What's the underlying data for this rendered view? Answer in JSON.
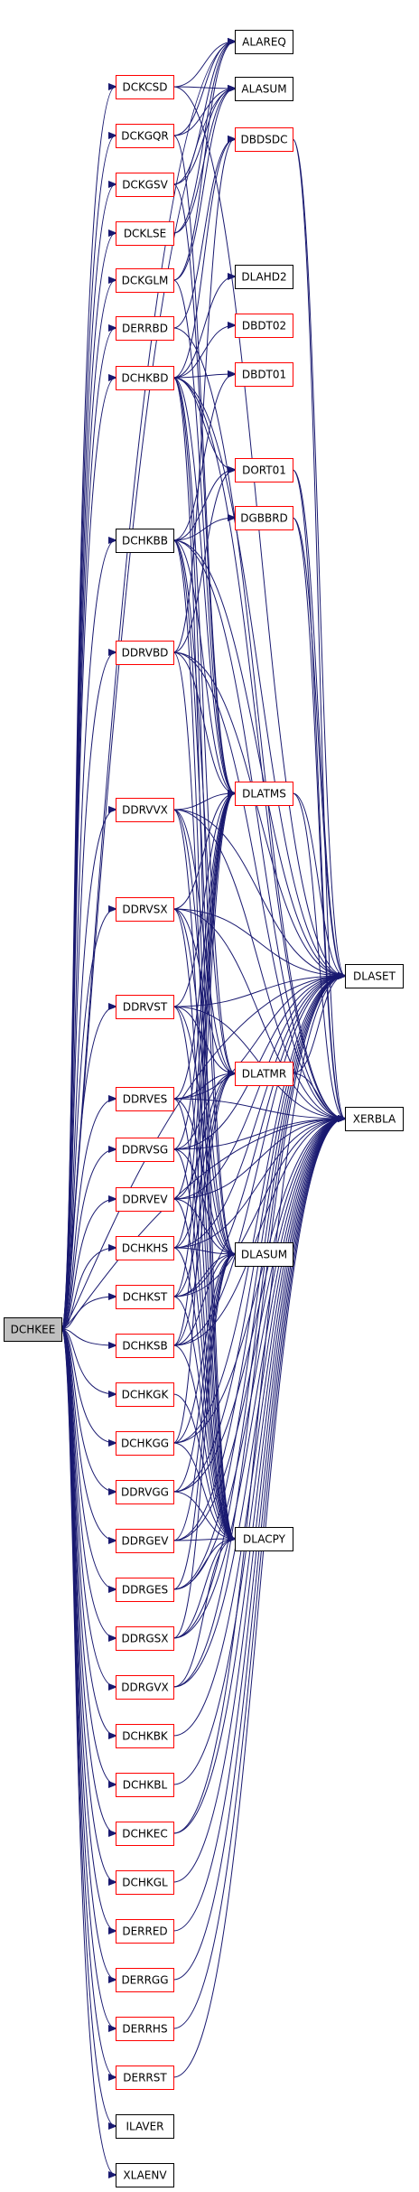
{
  "colors": {
    "edge": "#191970",
    "normal_border": "#000000",
    "red_border": "#ff0000",
    "root_fill": "#bfbfbf",
    "node_fill": "#ffffff"
  },
  "nodes": [
    {
      "id": "DCHKEE",
      "label": "DCHKEE",
      "style": "root"
    },
    {
      "id": "DCKCSD",
      "label": "DCKCSD",
      "style": "red"
    },
    {
      "id": "DCKGQR",
      "label": "DCKGQR",
      "style": "red"
    },
    {
      "id": "DCKGSV",
      "label": "DCKGSV",
      "style": "red"
    },
    {
      "id": "DCKLSE",
      "label": "DCKLSE",
      "style": "red"
    },
    {
      "id": "DCKGLM",
      "label": "DCKGLM",
      "style": "red"
    },
    {
      "id": "DERRBD",
      "label": "DERRBD",
      "style": "red"
    },
    {
      "id": "DCHKBD",
      "label": "DCHKBD",
      "style": "red"
    },
    {
      "id": "DCHKBB",
      "label": "DCHKBB",
      "style": "black"
    },
    {
      "id": "DDRVBD",
      "label": "DDRVBD",
      "style": "red"
    },
    {
      "id": "DDRVVX",
      "label": "DDRVVX",
      "style": "red"
    },
    {
      "id": "DDRVSX",
      "label": "DDRVSX",
      "style": "red"
    },
    {
      "id": "DDRVST",
      "label": "DDRVST",
      "style": "red"
    },
    {
      "id": "DDRVES",
      "label": "DDRVES",
      "style": "red"
    },
    {
      "id": "DDRVSG",
      "label": "DDRVSG",
      "style": "red"
    },
    {
      "id": "DDRVEV",
      "label": "DDRVEV",
      "style": "red"
    },
    {
      "id": "DCHKHS",
      "label": "DCHKHS",
      "style": "red"
    },
    {
      "id": "DCHKST",
      "label": "DCHKST",
      "style": "red"
    },
    {
      "id": "DCHKSB",
      "label": "DCHKSB",
      "style": "red"
    },
    {
      "id": "DCHKGK",
      "label": "DCHKGK",
      "style": "red"
    },
    {
      "id": "DCHKGG",
      "label": "DCHKGG",
      "style": "red"
    },
    {
      "id": "DDRVGG",
      "label": "DDRVGG",
      "style": "red"
    },
    {
      "id": "DDRGEV",
      "label": "DDRGEV",
      "style": "red"
    },
    {
      "id": "DDRGES",
      "label": "DDRGES",
      "style": "red"
    },
    {
      "id": "DDRGSX",
      "label": "DDRGSX",
      "style": "red"
    },
    {
      "id": "DDRGVX",
      "label": "DDRGVX",
      "style": "red"
    },
    {
      "id": "DCHKBK",
      "label": "DCHKBK",
      "style": "red"
    },
    {
      "id": "DCHKBL",
      "label": "DCHKBL",
      "style": "red"
    },
    {
      "id": "DCHKEC",
      "label": "DCHKEC",
      "style": "red"
    },
    {
      "id": "DCHKGL",
      "label": "DCHKGL",
      "style": "red"
    },
    {
      "id": "DERRED",
      "label": "DERRED",
      "style": "red"
    },
    {
      "id": "DERRGG",
      "label": "DERRGG",
      "style": "red"
    },
    {
      "id": "DERRHS",
      "label": "DERRHS",
      "style": "red"
    },
    {
      "id": "DERRST",
      "label": "DERRST",
      "style": "red"
    },
    {
      "id": "ILAVER",
      "label": "ILAVER",
      "style": "black"
    },
    {
      "id": "XLAENV",
      "label": "XLAENV",
      "style": "black"
    },
    {
      "id": "ALAREQ",
      "label": "ALAREQ",
      "style": "black"
    },
    {
      "id": "ALASUM",
      "label": "ALASUM",
      "style": "black"
    },
    {
      "id": "DBDSDC",
      "label": "DBDSDC",
      "style": "red"
    },
    {
      "id": "DLAHD2",
      "label": "DLAHD2",
      "style": "black"
    },
    {
      "id": "DBDT02",
      "label": "DBDT02",
      "style": "red"
    },
    {
      "id": "DBDT01",
      "label": "DBDT01",
      "style": "red"
    },
    {
      "id": "DORT01",
      "label": "DORT01",
      "style": "red"
    },
    {
      "id": "DGBBRD",
      "label": "DGBBRD",
      "style": "red"
    },
    {
      "id": "DLATMS",
      "label": "DLATMS",
      "style": "red"
    },
    {
      "id": "DLASET",
      "label": "DLASET",
      "style": "black"
    },
    {
      "id": "DLATMR",
      "label": "DLATMR",
      "style": "red"
    },
    {
      "id": "XERBLA",
      "label": "XERBLA",
      "style": "black"
    },
    {
      "id": "DLASUM",
      "label": "DLASUM",
      "style": "black"
    },
    {
      "id": "DLACPY",
      "label": "DLACPY",
      "style": "black"
    }
  ],
  "edges": [
    [
      "DCHKEE",
      "DCKCSD"
    ],
    [
      "DCHKEE",
      "DCKGQR"
    ],
    [
      "DCHKEE",
      "DCKGSV"
    ],
    [
      "DCHKEE",
      "DCKLSE"
    ],
    [
      "DCHKEE",
      "DCKGLM"
    ],
    [
      "DCHKEE",
      "DERRBD"
    ],
    [
      "DCHKEE",
      "DCHKBD"
    ],
    [
      "DCHKEE",
      "DCHKBB"
    ],
    [
      "DCHKEE",
      "DDRVBD"
    ],
    [
      "DCHKEE",
      "DDRVVX"
    ],
    [
      "DCHKEE",
      "DDRVSX"
    ],
    [
      "DCHKEE",
      "DDRVST"
    ],
    [
      "DCHKEE",
      "DDRVES"
    ],
    [
      "DCHKEE",
      "DDRVSG"
    ],
    [
      "DCHKEE",
      "DDRVEV"
    ],
    [
      "DCHKEE",
      "DCHKHS"
    ],
    [
      "DCHKEE",
      "DCHKST"
    ],
    [
      "DCHKEE",
      "DCHKSB"
    ],
    [
      "DCHKEE",
      "DCHKGK"
    ],
    [
      "DCHKEE",
      "DCHKGG"
    ],
    [
      "DCHKEE",
      "DDRVGG"
    ],
    [
      "DCHKEE",
      "DDRGEV"
    ],
    [
      "DCHKEE",
      "DDRGES"
    ],
    [
      "DCHKEE",
      "DDRGSX"
    ],
    [
      "DCHKEE",
      "DDRGVX"
    ],
    [
      "DCHKEE",
      "DCHKBK"
    ],
    [
      "DCHKEE",
      "DCHKBL"
    ],
    [
      "DCHKEE",
      "DCHKEC"
    ],
    [
      "DCHKEE",
      "DCHKGL"
    ],
    [
      "DCHKEE",
      "DERRED"
    ],
    [
      "DCHKEE",
      "DERRGG"
    ],
    [
      "DCHKEE",
      "DERRHS"
    ],
    [
      "DCHKEE",
      "DERRST"
    ],
    [
      "DCHKEE",
      "ILAVER"
    ],
    [
      "DCHKEE",
      "XLAENV"
    ],
    [
      "DCHKEE",
      "ALAREQ"
    ],
    [
      "DCHKEE",
      "ALASUM"
    ],
    [
      "DCHKEE",
      "DLASET"
    ],
    [
      "DCHKEE",
      "XERBLA"
    ],
    [
      "DCKCSD",
      "ALAREQ"
    ],
    [
      "DCKCSD",
      "ALASUM"
    ],
    [
      "DCKCSD",
      "DLASET"
    ],
    [
      "DCKGQR",
      "ALAREQ"
    ],
    [
      "DCKGQR",
      "ALASUM"
    ],
    [
      "DCKGQR",
      "DLATMS"
    ],
    [
      "DCKGSV",
      "ALAREQ"
    ],
    [
      "DCKGSV",
      "ALASUM"
    ],
    [
      "DCKGSV",
      "DLATMS"
    ],
    [
      "DCKLSE",
      "ALAREQ"
    ],
    [
      "DCKLSE",
      "ALASUM"
    ],
    [
      "DCKGLM",
      "ALAREQ"
    ],
    [
      "DCKGLM",
      "ALASUM"
    ],
    [
      "DCKGLM",
      "DLATMS"
    ],
    [
      "DERRBD",
      "DBDSDC"
    ],
    [
      "DERRBD",
      "XERBLA"
    ],
    [
      "DCHKBD",
      "DBDSDC"
    ],
    [
      "DCHKBD",
      "DLAHD2"
    ],
    [
      "DCHKBD",
      "DBDT02"
    ],
    [
      "DCHKBD",
      "DBDT01"
    ],
    [
      "DCHKBD",
      "DORT01"
    ],
    [
      "DCHKBD",
      "DLATMS"
    ],
    [
      "DCHKBD",
      "DLATMR"
    ],
    [
      "DCHKBD",
      "DLASUM"
    ],
    [
      "DCHKBD",
      "DLACPY"
    ],
    [
      "DCHKBD",
      "DLASET"
    ],
    [
      "DCHKBD",
      "XERBLA"
    ],
    [
      "DCHKBB",
      "DBDT01"
    ],
    [
      "DCHKBB",
      "DORT01"
    ],
    [
      "DCHKBB",
      "DGBBRD"
    ],
    [
      "DCHKBB",
      "DLATMS"
    ],
    [
      "DCHKBB",
      "DLATMR"
    ],
    [
      "DCHKBB",
      "DLASUM"
    ],
    [
      "DCHKBB",
      "DLACPY"
    ],
    [
      "DCHKBB",
      "DLASET"
    ],
    [
      "DCHKBB",
      "XERBLA"
    ],
    [
      "DDRVBD",
      "DBDSDC"
    ],
    [
      "DDRVBD",
      "DORT01"
    ],
    [
      "DDRVBD",
      "DLATMS"
    ],
    [
      "DDRVBD",
      "DLASET"
    ],
    [
      "DDRVBD",
      "DLACPY"
    ],
    [
      "DDRVBD",
      "XERBLA"
    ],
    [
      "DDRVVX",
      "DLATMS"
    ],
    [
      "DDRVVX",
      "DLATMR"
    ],
    [
      "DDRVVX",
      "DLASUM"
    ],
    [
      "DDRVVX",
      "DLACPY"
    ],
    [
      "DDRVVX",
      "DLASET"
    ],
    [
      "DDRVVX",
      "XERBLA"
    ],
    [
      "DDRVSX",
      "DLATMS"
    ],
    [
      "DDRVSX",
      "DLATMR"
    ],
    [
      "DDRVSX",
      "DLASUM"
    ],
    [
      "DDRVSX",
      "DLACPY"
    ],
    [
      "DDRVSX",
      "DLASET"
    ],
    [
      "DDRVSX",
      "XERBLA"
    ],
    [
      "DDRVST",
      "DLATMS"
    ],
    [
      "DDRVST",
      "DLATMR"
    ],
    [
      "DDRVST",
      "DLASUM"
    ],
    [
      "DDRVST",
      "DLACPY"
    ],
    [
      "DDRVST",
      "DLASET"
    ],
    [
      "DDRVST",
      "XERBLA"
    ],
    [
      "DDRVES",
      "DLATMS"
    ],
    [
      "DDRVES",
      "DLATMR"
    ],
    [
      "DDRVES",
      "DLASUM"
    ],
    [
      "DDRVES",
      "DLACPY"
    ],
    [
      "DDRVES",
      "DLASET"
    ],
    [
      "DDRVES",
      "XERBLA"
    ],
    [
      "DDRVSG",
      "DLATMS"
    ],
    [
      "DDRVSG",
      "DLATMR"
    ],
    [
      "DDRVSG",
      "DLASUM"
    ],
    [
      "DDRVSG",
      "DLACPY"
    ],
    [
      "DDRVSG",
      "DLASET"
    ],
    [
      "DDRVSG",
      "XERBLA"
    ],
    [
      "DDRVEV",
      "DLATMS"
    ],
    [
      "DDRVEV",
      "DLATMR"
    ],
    [
      "DDRVEV",
      "DLASUM"
    ],
    [
      "DDRVEV",
      "DLACPY"
    ],
    [
      "DDRVEV",
      "DLASET"
    ],
    [
      "DDRVEV",
      "XERBLA"
    ],
    [
      "DCHKHS",
      "DLATMS"
    ],
    [
      "DCHKHS",
      "DLATMR"
    ],
    [
      "DCHKHS",
      "DLASUM"
    ],
    [
      "DCHKHS",
      "DLACPY"
    ],
    [
      "DCHKHS",
      "DLASET"
    ],
    [
      "DCHKHS",
      "XERBLA"
    ],
    [
      "DCHKST",
      "DLATMS"
    ],
    [
      "DCHKST",
      "DLATMR"
    ],
    [
      "DCHKST",
      "DLASUM"
    ],
    [
      "DCHKST",
      "DLACPY"
    ],
    [
      "DCHKST",
      "DLASET"
    ],
    [
      "DCHKST",
      "XERBLA"
    ],
    [
      "DCHKSB",
      "DLATMS"
    ],
    [
      "DCHKSB",
      "DLATMR"
    ],
    [
      "DCHKSB",
      "DLASUM"
    ],
    [
      "DCHKSB",
      "DLACPY"
    ],
    [
      "DCHKSB",
      "DLASET"
    ],
    [
      "DCHKSB",
      "XERBLA"
    ],
    [
      "DCHKGK",
      "DLACPY"
    ],
    [
      "DCHKGG",
      "DLATMS"
    ],
    [
      "DCHKGG",
      "DLASUM"
    ],
    [
      "DCHKGG",
      "DLACPY"
    ],
    [
      "DCHKGG",
      "DLASET"
    ],
    [
      "DCHKGG",
      "XERBLA"
    ],
    [
      "DDRVGG",
      "DLASUM"
    ],
    [
      "DDRVGG",
      "DLACPY"
    ],
    [
      "DDRVGG",
      "DLASET"
    ],
    [
      "DDRVGG",
      "XERBLA"
    ],
    [
      "DDRGEV",
      "DLASUM"
    ],
    [
      "DDRGEV",
      "DLACPY"
    ],
    [
      "DDRGEV",
      "DLASET"
    ],
    [
      "DDRGEV",
      "XERBLA"
    ],
    [
      "DDRGES",
      "DLASUM"
    ],
    [
      "DDRGES",
      "DLACPY"
    ],
    [
      "DDRGES",
      "DLASET"
    ],
    [
      "DDRGES",
      "XERBLA"
    ],
    [
      "DDRGSX",
      "DLASUM"
    ],
    [
      "DDRGSX",
      "DLACPY"
    ],
    [
      "DDRGSX",
      "DLASET"
    ],
    [
      "DDRGSX",
      "XERBLA"
    ],
    [
      "DDRGVX",
      "DLACPY"
    ],
    [
      "DDRGVX",
      "DLASET"
    ],
    [
      "DDRGVX",
      "XERBLA"
    ],
    [
      "DCHKBK",
      "XERBLA"
    ],
    [
      "DCHKBL",
      "XERBLA"
    ],
    [
      "DCHKEC",
      "DLASET"
    ],
    [
      "DCHKEC",
      "XERBLA"
    ],
    [
      "DCHKGL",
      "XERBLA"
    ],
    [
      "DERRED",
      "XERBLA"
    ],
    [
      "DERRGG",
      "XERBLA"
    ],
    [
      "DERRHS",
      "XERBLA"
    ],
    [
      "DERRST",
      "XERBLA"
    ],
    [
      "DBDSDC",
      "DLASET"
    ],
    [
      "DBDSDC",
      "XERBLA"
    ],
    [
      "DORT01",
      "DLASET"
    ],
    [
      "DORT01",
      "XERBLA"
    ],
    [
      "DGBBRD",
      "DLASET"
    ],
    [
      "DGBBRD",
      "XERBLA"
    ],
    [
      "DLATMS",
      "DLASET"
    ],
    [
      "DLATMS",
      "XERBLA"
    ],
    [
      "DLATMR",
      "DLASET"
    ],
    [
      "DLATMR",
      "XERBLA"
    ]
  ]
}
